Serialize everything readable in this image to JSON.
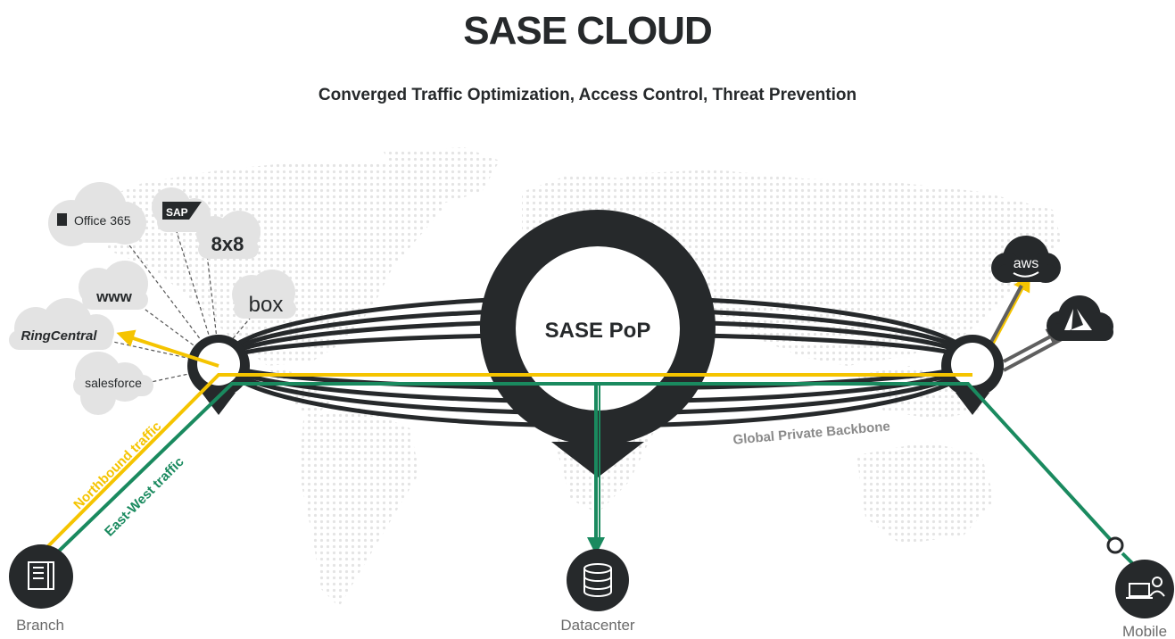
{
  "header": {
    "title": "SASE CLOUD",
    "subtitle": "Converged Traffic Optimization, Access Control, Threat Prevention"
  },
  "center_pop": {
    "label": "SASE PoP"
  },
  "backbone": {
    "label": "Global Private Backbone"
  },
  "traffic": {
    "northbound": {
      "label": "Northbound traffic",
      "color": "#f5c400"
    },
    "east_west": {
      "label": "East-West traffic",
      "color": "#1a8a5f"
    }
  },
  "cloud_apps": {
    "office365": "Office 365",
    "sap": "SAP",
    "eight_by_eight": "8x8",
    "www": "www",
    "box": "box",
    "ringcentral": "RingCentral",
    "salesforce": "salesforce"
  },
  "iaas": {
    "aws": "aws",
    "azure": "azure-icon"
  },
  "endpoints": {
    "branch": "Branch",
    "datacenter": "Datacenter",
    "mobile": "Mobile"
  },
  "colors": {
    "dark": "#26292b",
    "cloud_gray": "#e3e3e3",
    "map_dots": "#e4e4e4",
    "link_gray": "#6b6b6b",
    "backbone_text": "#8a8a8a"
  }
}
